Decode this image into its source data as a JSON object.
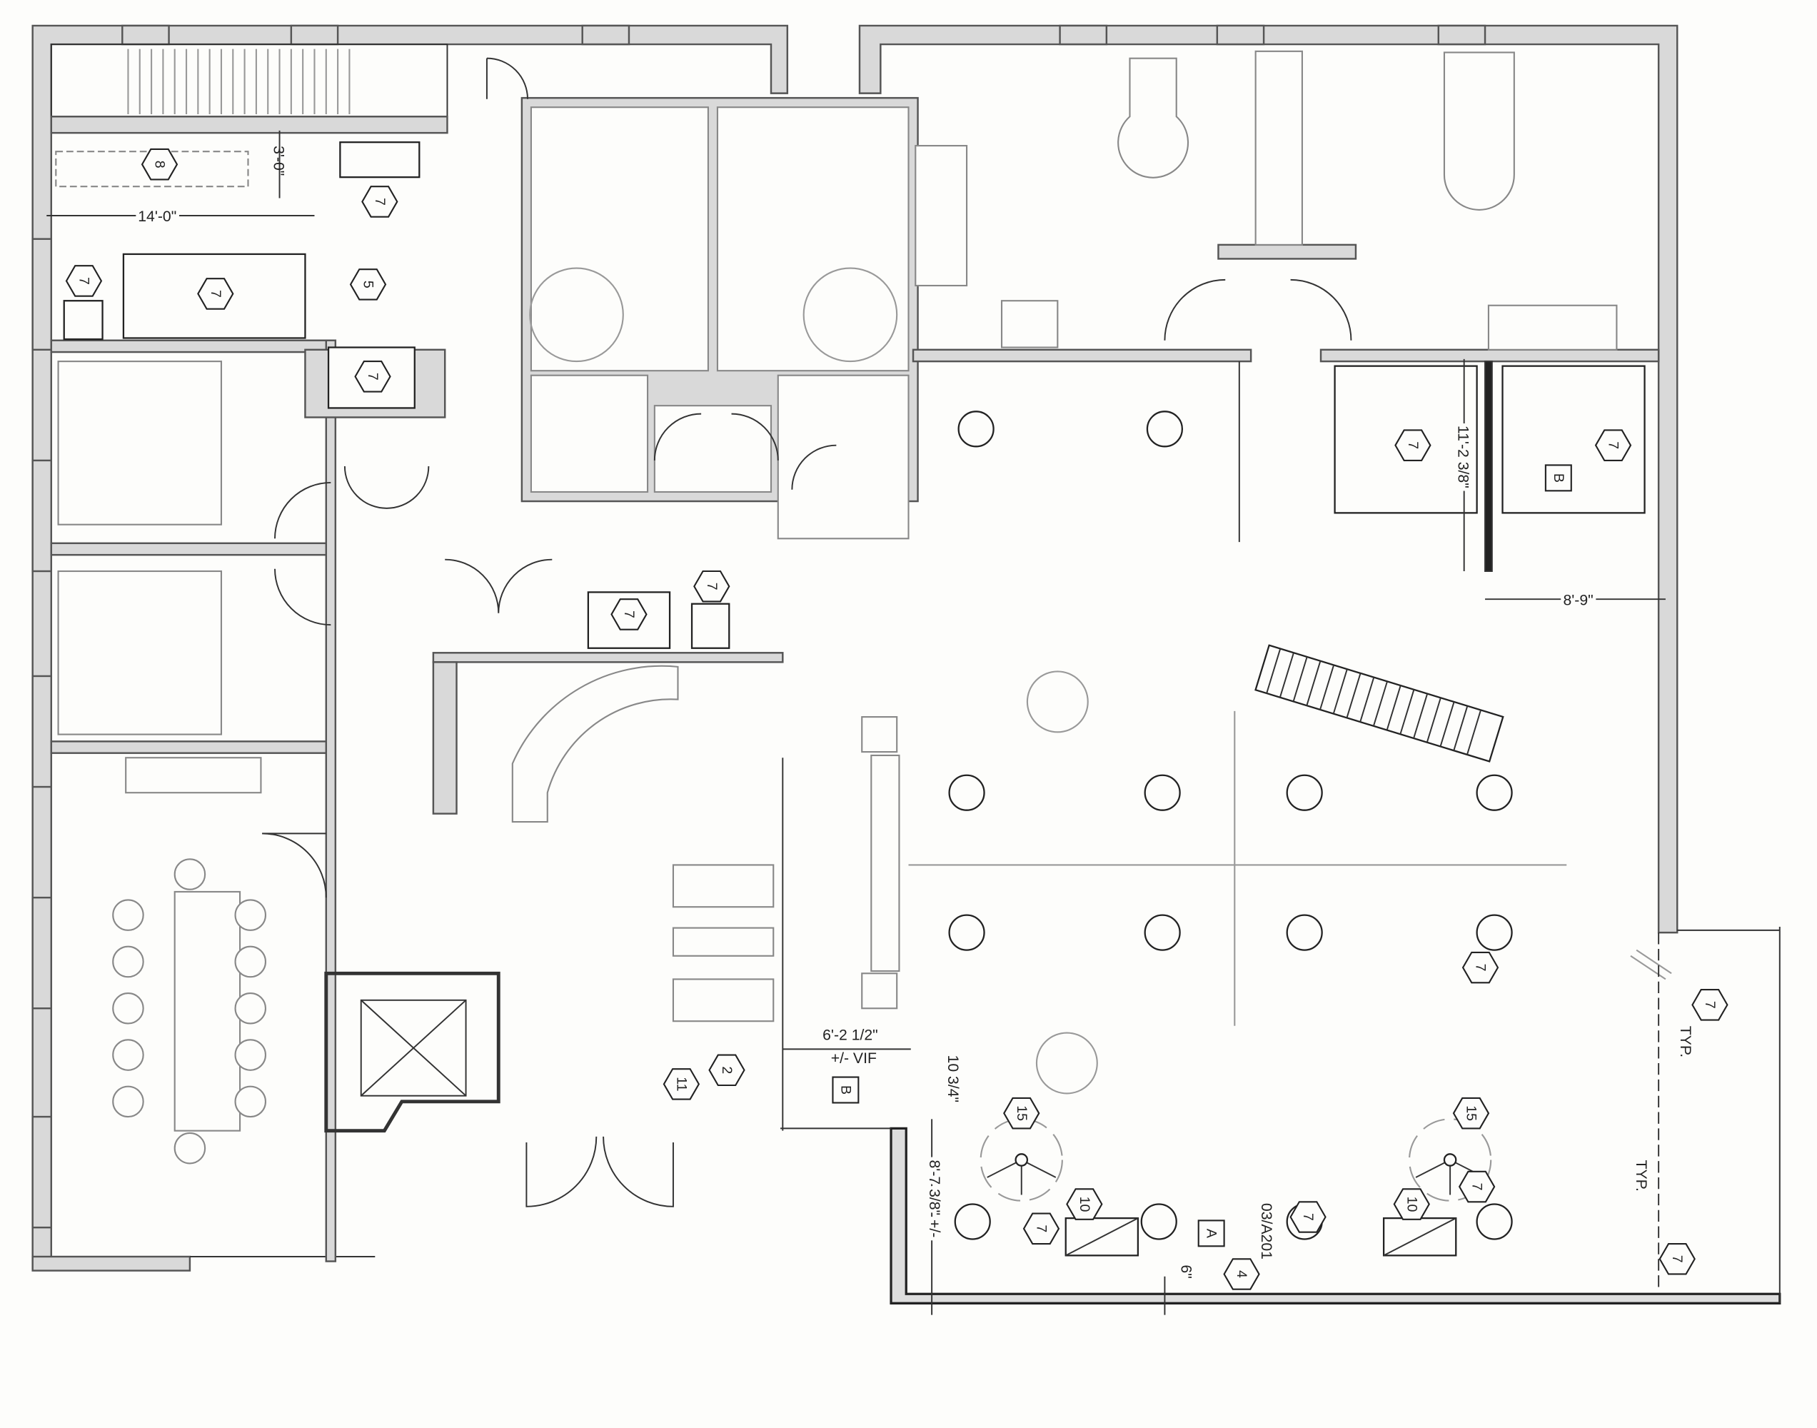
{
  "plan": {
    "type": "architectural-floor-plan",
    "hex_tags": [
      "8",
      "7",
      "7",
      "7",
      "5",
      "7",
      "7",
      "7",
      "7",
      "7",
      "11",
      "2",
      "15",
      "10",
      "7",
      "4",
      "15",
      "10",
      "7",
      "7",
      "7",
      "7",
      "7"
    ],
    "square_tags": [
      "B",
      "B",
      "A"
    ],
    "dimensions": {
      "d14": "14'-0\"",
      "d3": "3'-0\"",
      "d11": "11'-2 3/8\"",
      "d8_9": "8'-9\"",
      "d6_2": "6'-2 1/2\"",
      "vif": "+/- VIF",
      "d10_3_4": "10 3/4\"",
      "d8_7": "8'-7 3/8\" +/-",
      "d6": "6\""
    },
    "callouts": {
      "section_ref": "03/A201",
      "typ1": "TYP.",
      "typ2": "TYP."
    }
  }
}
